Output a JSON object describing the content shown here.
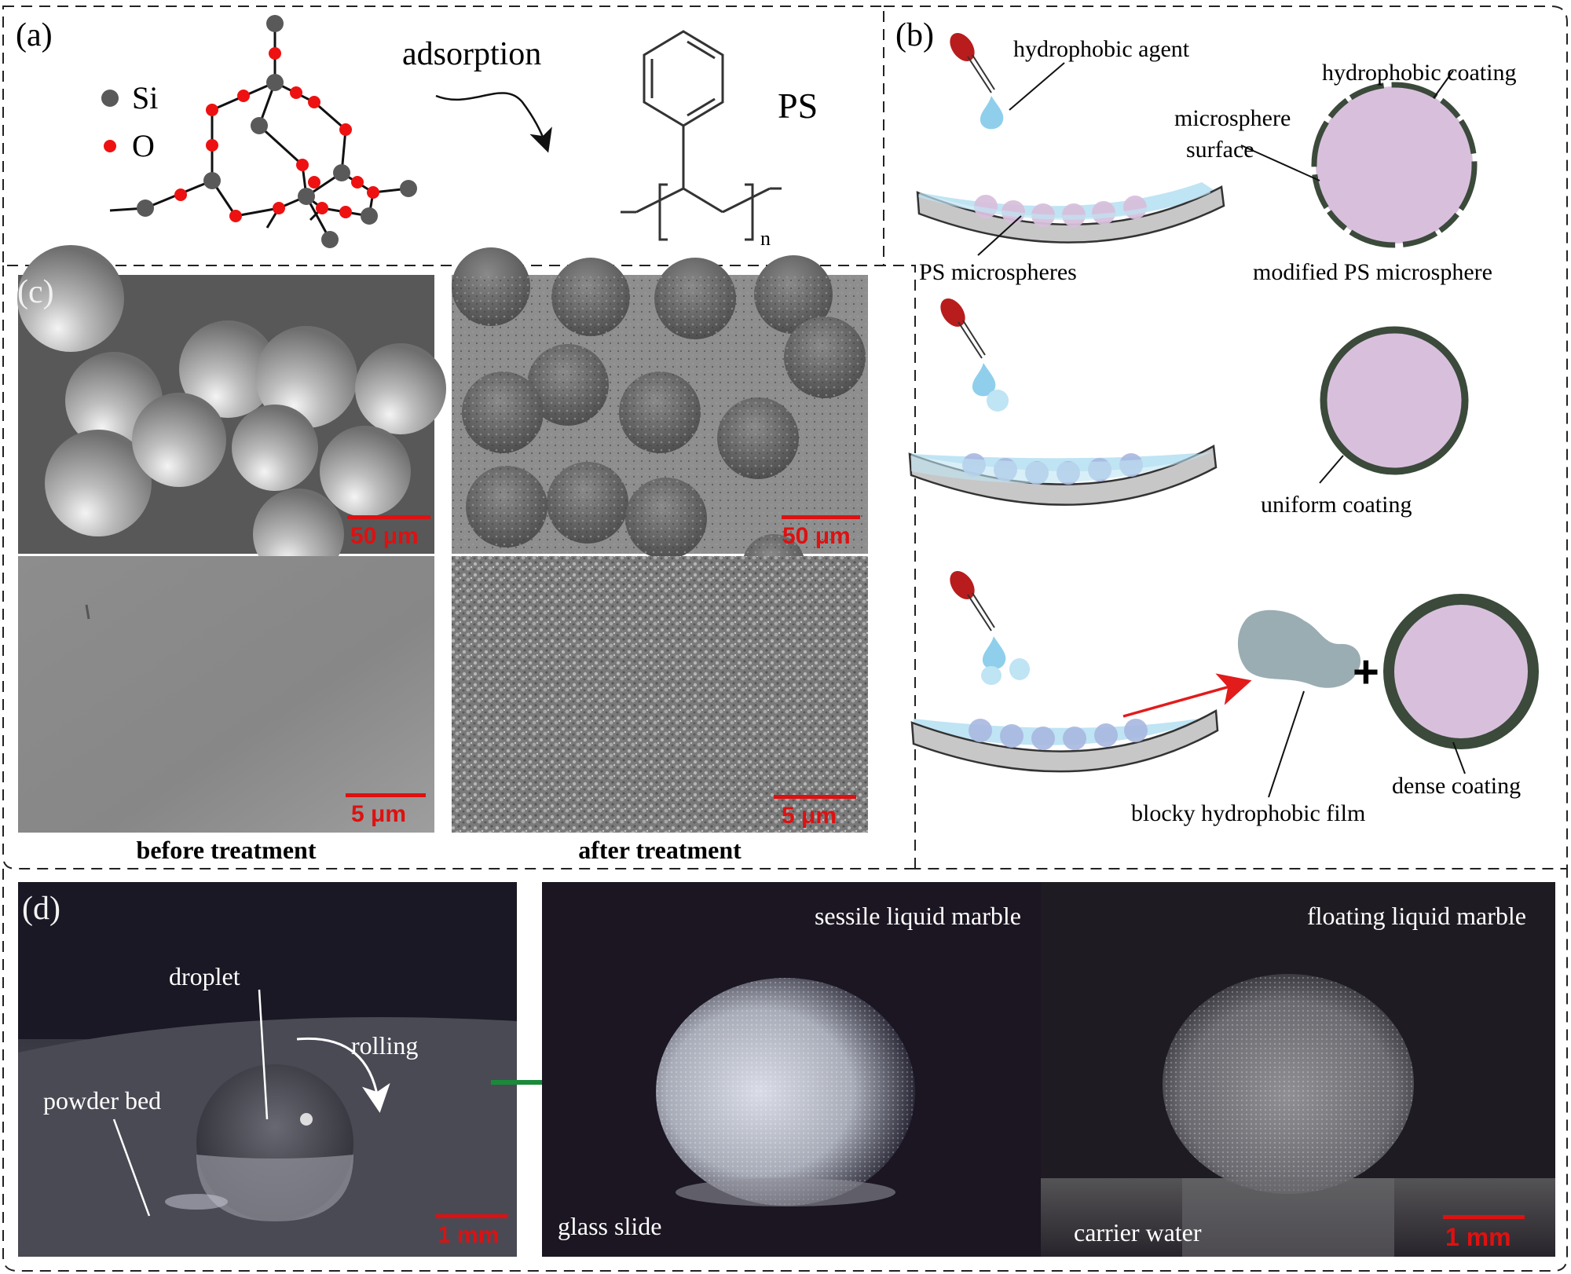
{
  "panel_labels": {
    "a": "(a)",
    "b": "(b)",
    "c": "(c)",
    "d": "(d)"
  },
  "panel_a": {
    "legend_si": "Si",
    "legend_o": "O",
    "arrow_label": "adsorption",
    "polymer_label": "PS",
    "repeat_subscript": "n"
  },
  "panel_b": {
    "agent_label": "hydrophobic agent",
    "coating_label": "hydrophobic coating",
    "surface_label_line1": "microsphere",
    "surface_label_line2": "surface",
    "microspheres_label": "PS microspheres",
    "modified_label": "modified PS microsphere",
    "uniform_label": "uniform coating",
    "plus_sign": "+",
    "dense_label": "dense coating",
    "blocky_label": "blocky hydrophobic film"
  },
  "panel_c": {
    "scale_top_left": "50 μm",
    "scale_top_right": "50 μm",
    "scale_bottom_left": "5 μm",
    "scale_bottom_right": "5 μm",
    "caption_before": "before treatment",
    "caption_after": "after treatment"
  },
  "panel_d": {
    "droplet_label": "droplet",
    "rolling_label": "rolling",
    "powder_label": "powder bed",
    "scale_left": "1 mm",
    "sessile_label": "sessile liquid marble",
    "floating_label": "floating liquid marble",
    "glass_label": "glass slide",
    "water_label": "carrier water",
    "scale_right": "1 mm"
  },
  "colors": {
    "si_atom": "#595959",
    "o_atom": "#ee1111",
    "dropper_bulb": "#b81c1c",
    "liquid": "#bfe4f4",
    "droplet": "#8fcfec",
    "microsphere": "#d8c0dc",
    "coating": "#3b4a3b",
    "film": "#9aadb3",
    "red_arrow": "#e21b1b",
    "green_arrow": "#1a8a3a",
    "scale_bar": "#dd1111"
  }
}
